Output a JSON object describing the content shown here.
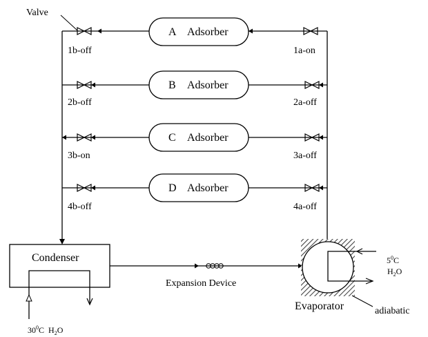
{
  "adsorbers": [
    {
      "id": "A",
      "name": "Adsorber",
      "outlet_valve": "1b-off",
      "inlet_valve": "1a-on"
    },
    {
      "id": "B",
      "name": "Adsorber",
      "outlet_valve": "2b-off",
      "inlet_valve": "2a-off"
    },
    {
      "id": "C",
      "name": "Adsorber",
      "outlet_valve": "3b-on",
      "inlet_valve": "3a-off"
    },
    {
      "id": "D",
      "name": "Adsorber",
      "outlet_valve": "4b-off",
      "inlet_valve": "4a-off"
    }
  ],
  "labels": {
    "valve": "Valve",
    "condenser": "Condenser",
    "expansion_device": "Expansion Device",
    "evaporator": "Evaporator",
    "adiabatic": "adiabatic",
    "cond_water_temp": "30",
    "cond_water_temp_sup": "0",
    "cond_water_unit": "C",
    "evap_water_temp": "5",
    "evap_water_temp_sup": "0",
    "evap_water_unit": "C",
    "water_h": "H",
    "water_sub": "2",
    "water_o": "O"
  }
}
